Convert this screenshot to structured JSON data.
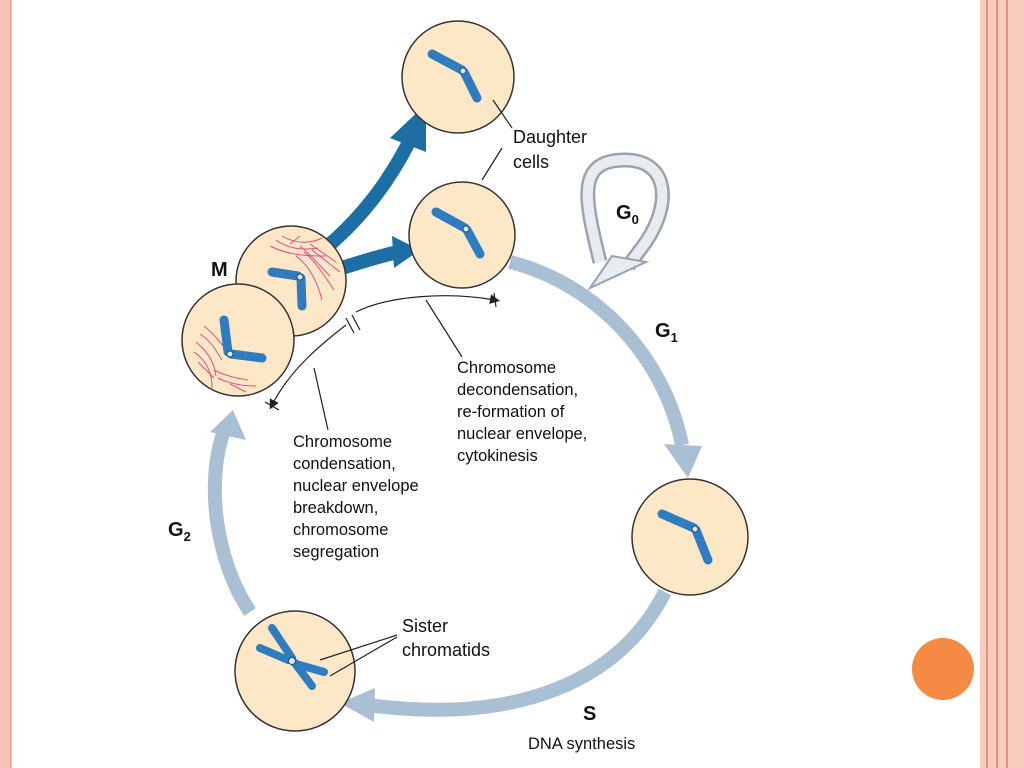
{
  "labels": {
    "daughter_line1": "Daughter",
    "daughter_line2": "cells",
    "g0_main": "G",
    "g0_sub": "0",
    "g1_main": "G",
    "g1_sub": "1",
    "g2_main": "G",
    "g2_sub": "2",
    "m": "M",
    "s": "S",
    "s_desc": "DNA synthesis",
    "sister_line1": "Sister",
    "sister_line2": "chromatids",
    "condensation": [
      "Chromosome",
      "condensation,",
      "nuclear envelope",
      "breakdown,",
      "chromosome",
      "segregation"
    ],
    "decondensation": [
      "Chromosome",
      "decondensation,",
      "re-formation of",
      "nuclear envelope,",
      "cytokinesis"
    ]
  },
  "colors": {
    "cycle_arrow": "#a9bfd3",
    "m_arrow": "#1c6ea4",
    "cell_fill": "#fce7c7",
    "chromosome": "#2f7cc0",
    "spindle": "#e0307a",
    "slide_dot": "#f58a44",
    "frame": "#f6c3b3"
  }
}
